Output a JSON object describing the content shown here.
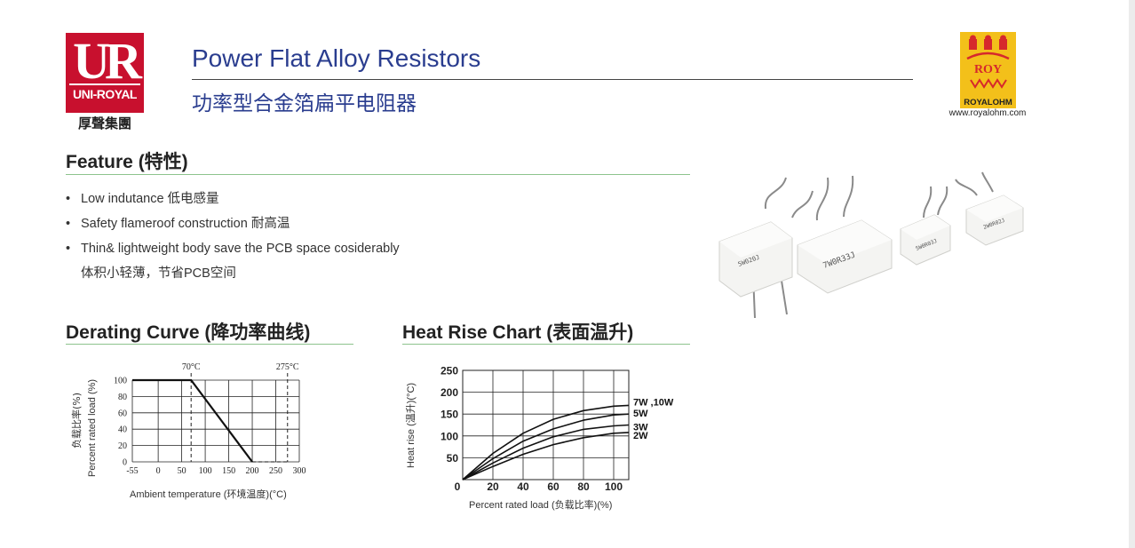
{
  "brand_left": {
    "logo_letters": "UR",
    "logo_text": "UNI-ROYAL",
    "logo_chinese": "厚聲集團"
  },
  "title": {
    "english": "Power Flat Alloy Resistors",
    "chinese": "功率型合金箔扁平电阻器"
  },
  "brand_right": {
    "logo_name": "ROYALOHM",
    "logo_mark": "ROY",
    "website": "www.royalohm.com"
  },
  "feature": {
    "heading": "Feature (特性)",
    "items": [
      {
        "text": "Low indutance 低电感量"
      },
      {
        "text": "Safety flameroof construction 耐高温"
      },
      {
        "text": "Thin& lightweight body save the PCB space cosiderably",
        "continuation": "体积小轻薄，节省PCB空间"
      }
    ]
  },
  "product_photo": {
    "resistor_markings": [
      "5W020J",
      "7W0R33J",
      "5W0R03J",
      "2W0R02J"
    ]
  },
  "derating": {
    "heading": "Derating Curve (降功率曲线)",
    "annot_70": "70°C",
    "annot_275": "275°C",
    "ylabel_cn": "负载比率(%)",
    "ylabel_en": "Percent rated load (%)",
    "xlabel": "Ambient temperature (环境温度)(°C)"
  },
  "heatrise": {
    "heading": "Heat Rise Chart (表面温升)",
    "ylabel": "Heat rise (温升)(°C)",
    "xlabel": "Percent rated load (负载比率)(%)",
    "label_7w": "7W ,10W",
    "label_5w": "5W",
    "label_3w": "3W",
    "label_2w": "2W"
  },
  "chart_data": [
    {
      "type": "line",
      "xlabel": "Ambient temperature (环境温度)(°C)",
      "ylabel": "负载比率(%) Percent rated load (%)",
      "xticks": [
        "-55",
        "0",
        "50",
        "100",
        "150",
        "200",
        "250",
        "300"
      ],
      "yticks": [
        "0",
        "20",
        "40",
        "60",
        "80",
        "100"
      ],
      "xlim": [
        -55,
        300
      ],
      "ylim": [
        0,
        100
      ],
      "grid": true,
      "annotations": [
        "70°C",
        "275°C"
      ],
      "series": [
        {
          "x": [
            -55,
            70,
            200
          ],
          "y": [
            100,
            100,
            0
          ],
          "style": "solid"
        },
        {
          "x": [
            200,
            275
          ],
          "y": [
            0,
            0
          ],
          "style": "dashed"
        }
      ]
    },
    {
      "type": "line",
      "xlabel": "Percent rated load (负载比率)(%)",
      "ylabel": "Heat rise (温升)(°C)",
      "xticks": [
        "0",
        "20",
        "40",
        "60",
        "80",
        "100"
      ],
      "yticks": [
        "50",
        "100",
        "150",
        "200",
        "250"
      ],
      "xlim": [
        0,
        110
      ],
      "ylim": [
        0,
        250
      ],
      "grid": true,
      "series": [
        {
          "name": "7W ,10W",
          "x": [
            0,
            20,
            40,
            60,
            80,
            100,
            110
          ],
          "y": [
            0,
            60,
            106,
            138,
            158,
            168,
            170
          ]
        },
        {
          "name": "5W",
          "x": [
            0,
            20,
            40,
            60,
            80,
            100,
            110
          ],
          "y": [
            0,
            48,
            88,
            116,
            136,
            148,
            150
          ]
        },
        {
          "name": "3W",
          "x": [
            0,
            20,
            40,
            60,
            80,
            100,
            110
          ],
          "y": [
            0,
            38,
            72,
            98,
            115,
            123,
            125
          ]
        },
        {
          "name": "2W",
          "x": [
            0,
            20,
            40,
            60,
            80,
            100,
            110
          ],
          "y": [
            0,
            30,
            58,
            80,
            96,
            106,
            108
          ]
        }
      ]
    }
  ]
}
